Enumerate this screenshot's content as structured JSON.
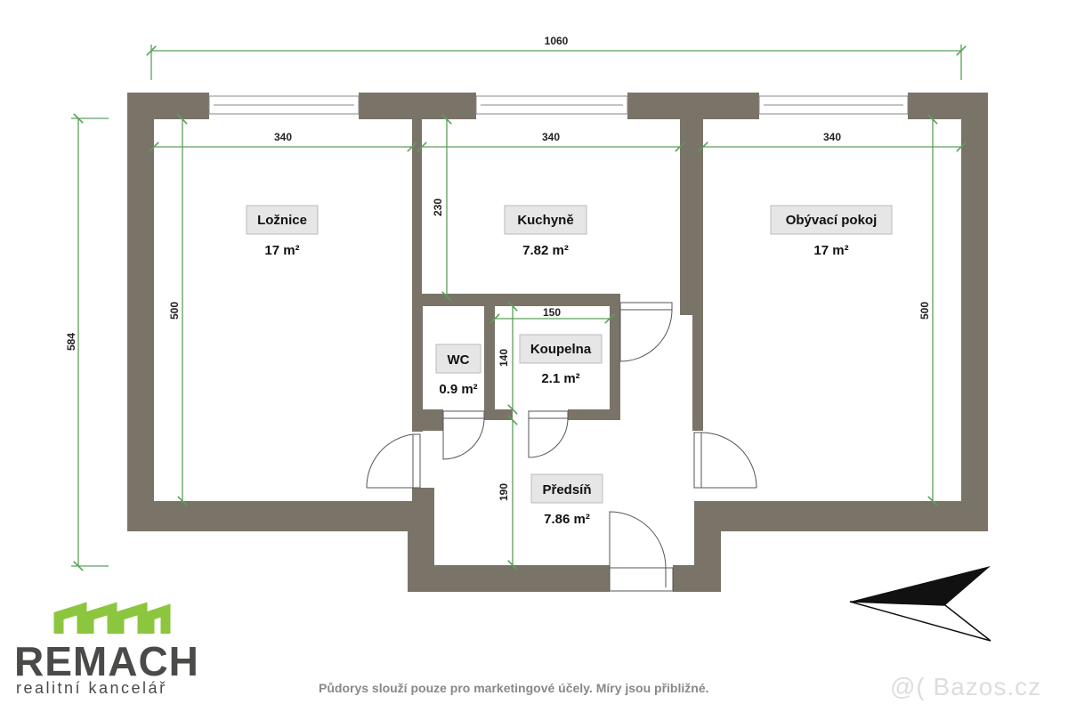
{
  "floorplan": {
    "dimensions": {
      "total_width": "1060",
      "total_height": "584",
      "room_width_left": "340",
      "room_width_middle": "340",
      "room_width_right": "340",
      "room_height_left": "500",
      "room_height_right": "500",
      "kitchen_height": "230",
      "bathroom_width": "150",
      "bathroom_height": "140",
      "hall_height": "190"
    },
    "rooms": [
      {
        "name": "Ložnice",
        "area": "17 m²"
      },
      {
        "name": "Kuchyně",
        "area": "7.82 m²"
      },
      {
        "name": "Obývací pokoj",
        "area": "17 m²"
      },
      {
        "name": "WC",
        "area": "0.9 m²"
      },
      {
        "name": "Koupelna",
        "area": "2.1 m²"
      },
      {
        "name": "Předsíň",
        "area": "7.86 m²"
      }
    ],
    "colors": {
      "wall": "#7a7468",
      "dimension": "#5aa05a",
      "label_bg": "#e6e6e6",
      "logo_green": "#8cc63f"
    }
  },
  "branding": {
    "company": "REMACH",
    "tagline": "realitní kancelář"
  },
  "footer": {
    "disclaimer": "Půdorys slouží pouze pro marketingové účely. Míry jsou přibližné.",
    "watermark": "@( Bazos.cz"
  }
}
